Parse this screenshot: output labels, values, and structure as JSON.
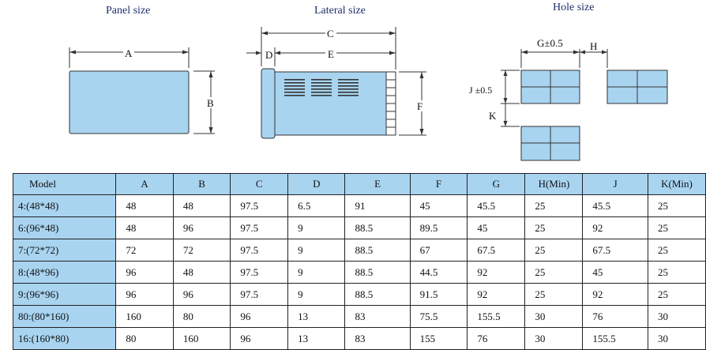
{
  "titles": {
    "panel": "Panel size",
    "lateral": "Lateral size",
    "hole": "Hole size"
  },
  "dims": {
    "a": "A",
    "b": "B",
    "c": "C",
    "d": "D",
    "e": "E",
    "f": "F",
    "g": "G±0.5",
    "h": "H",
    "j": "J ±0.5",
    "k": "K"
  },
  "colors": {
    "fill": "#a8d4f0",
    "title": "#1f2d6b"
  },
  "table": {
    "headers": [
      "Model",
      "A",
      "B",
      "C",
      "D",
      "E",
      "F",
      "G",
      "H(Min)",
      "J",
      "K(Min)"
    ],
    "rows": [
      [
        "4:(48*48)",
        "48",
        "48",
        "97.5",
        "6.5",
        "91",
        "45",
        "45.5",
        "25",
        "45.5",
        "25"
      ],
      [
        "6:(96*48)",
        "48",
        "96",
        "97.5",
        "9",
        "88.5",
        "89.5",
        "45",
        "25",
        "92",
        "25"
      ],
      [
        "7:(72*72)",
        "72",
        "72",
        "97.5",
        "9",
        "88.5",
        "67",
        "67.5",
        "25",
        "67.5",
        "25"
      ],
      [
        "8:(48*96)",
        "96",
        "48",
        "97.5",
        "9",
        "88.5",
        "44.5",
        "92",
        "25",
        "45",
        "25"
      ],
      [
        "9:(96*96)",
        "96",
        "96",
        "97.5",
        "9",
        "88.5",
        "91.5",
        "92",
        "25",
        "92",
        "25"
      ],
      [
        "80:(80*160)",
        "160",
        "80",
        "96",
        "13",
        "83",
        "75.5",
        "155.5",
        "30",
        "76",
        "30"
      ],
      [
        "16:(160*80)",
        "80",
        "160",
        "96",
        "13",
        "83",
        "155",
        "76",
        "30",
        "155.5",
        "30"
      ]
    ]
  }
}
